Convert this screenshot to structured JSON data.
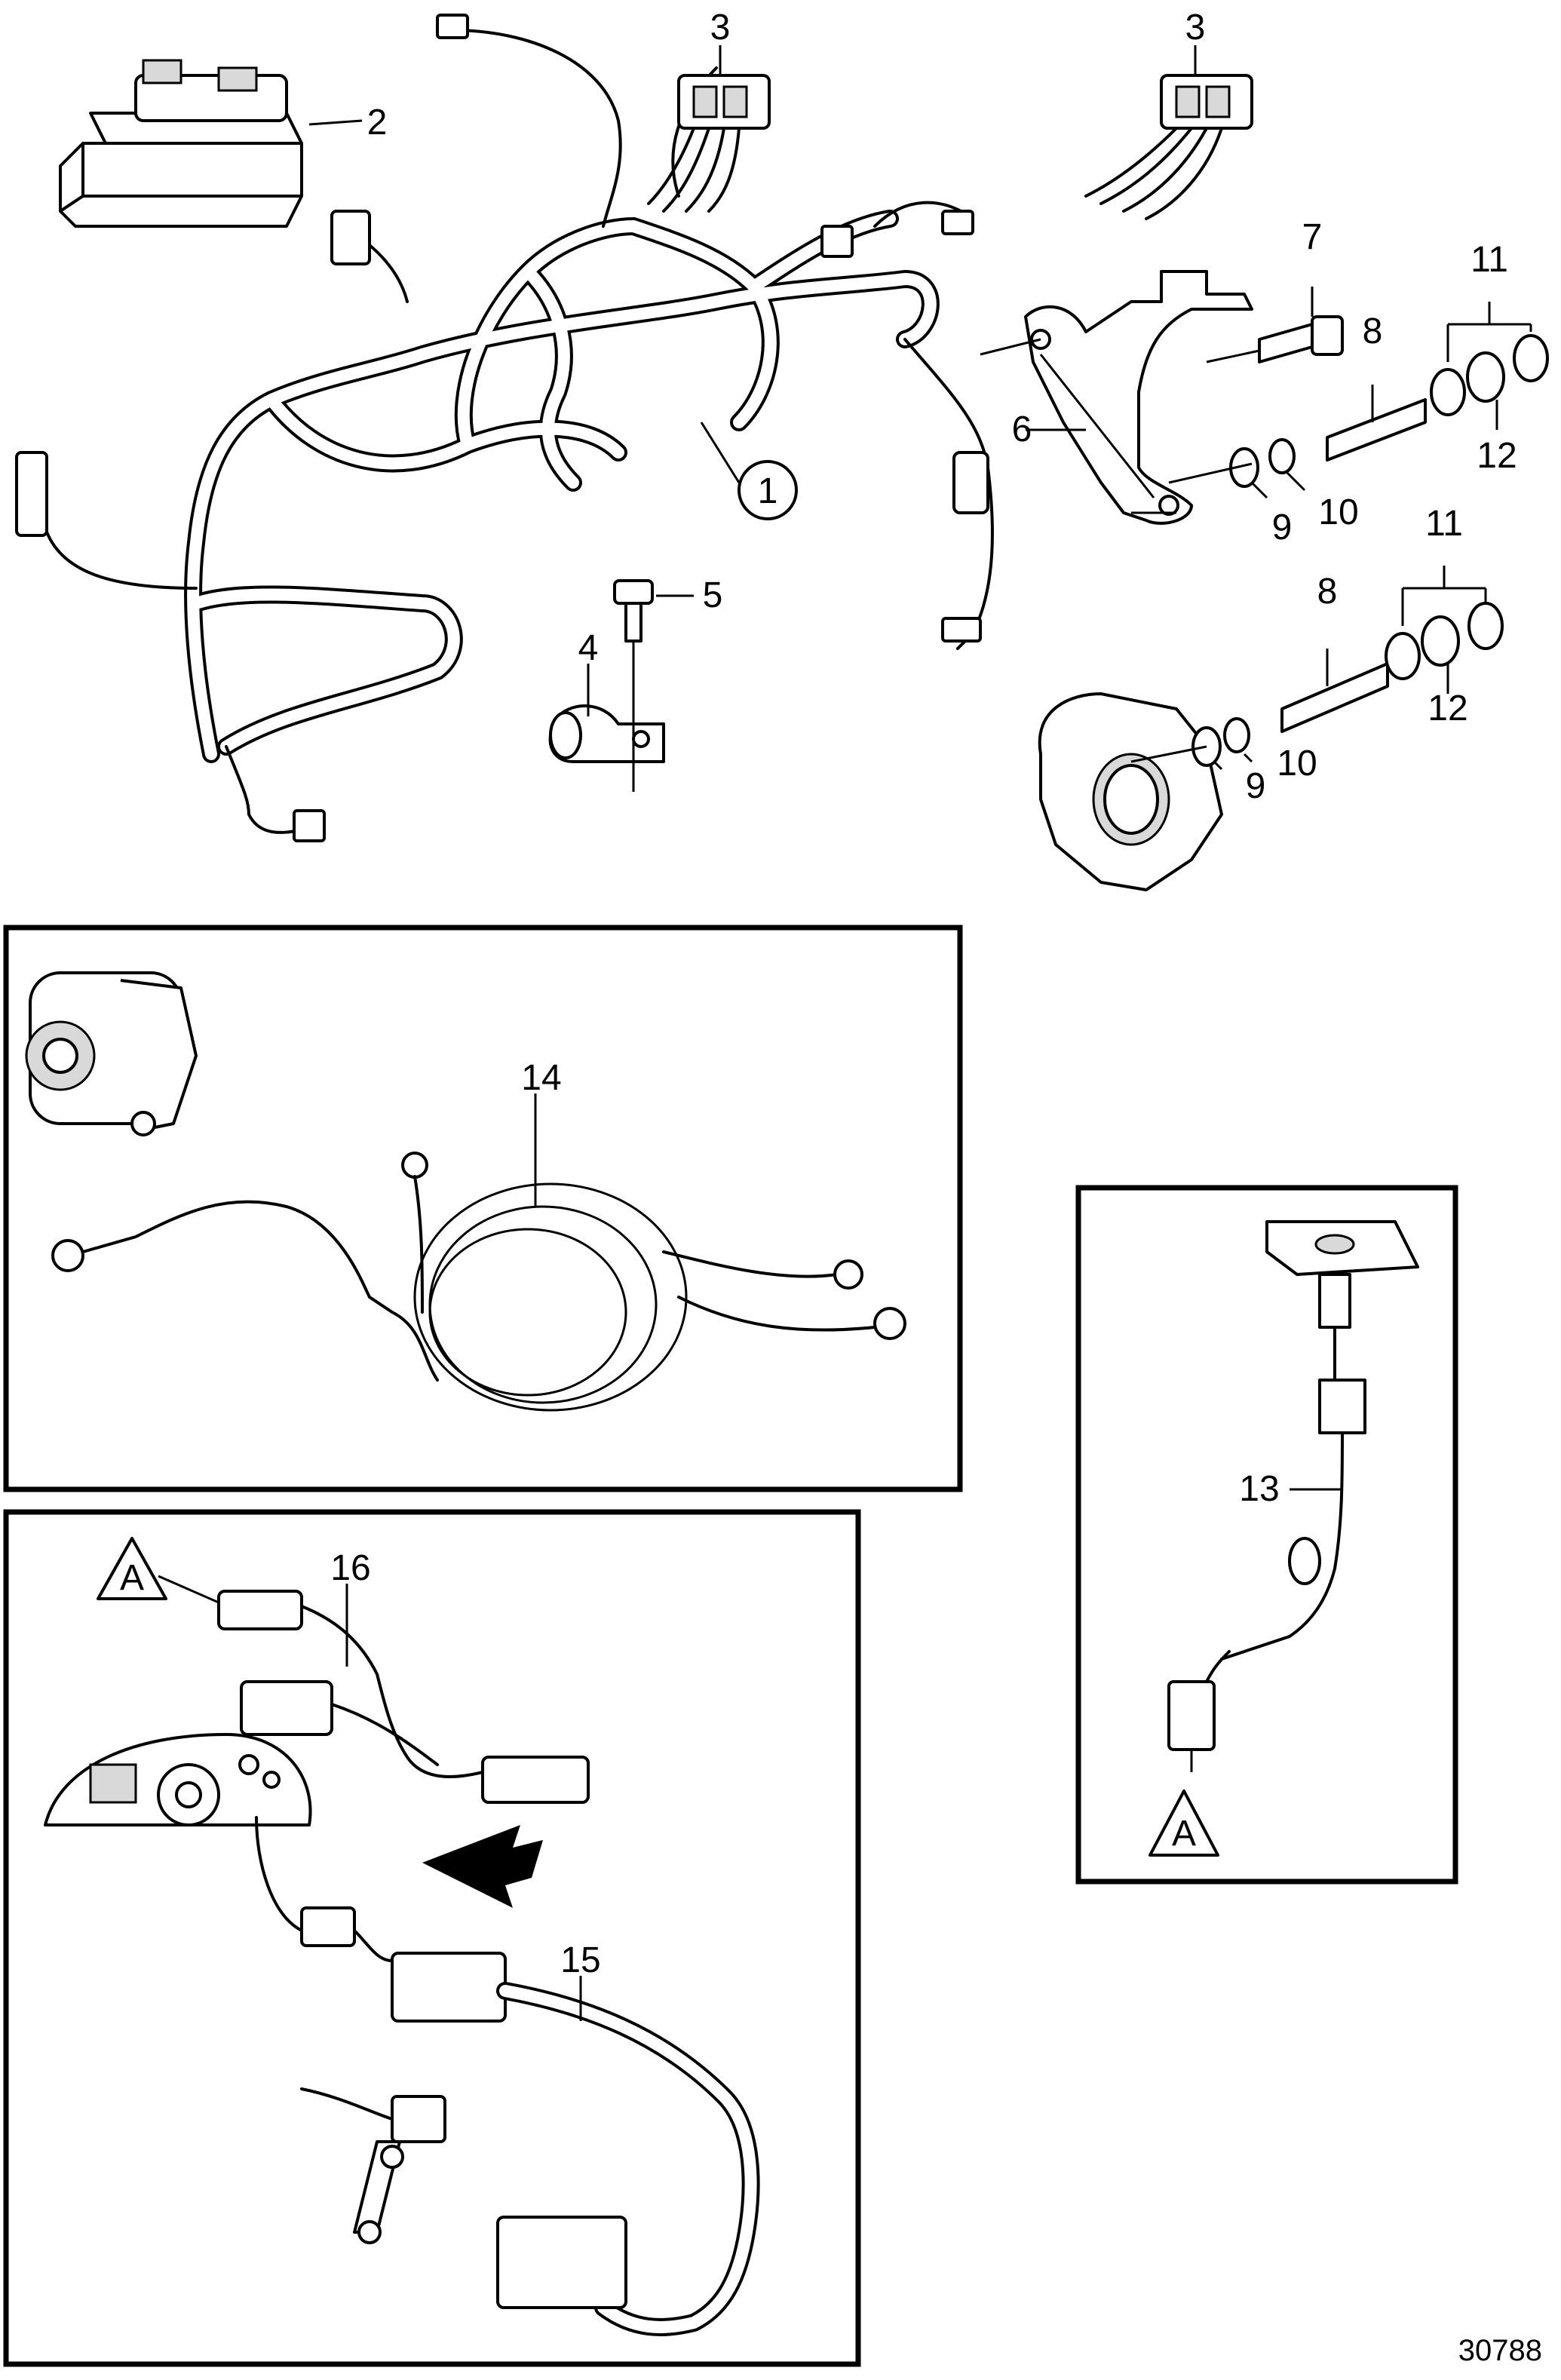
{
  "diagram": {
    "drawing_number": "30788",
    "callouts": {
      "c1": "1",
      "c2": "2",
      "c3a": "3",
      "c3b": "3",
      "c4": "4",
      "c5": "5",
      "c6": "6",
      "c7": "7",
      "c8a": "8",
      "c8b": "8",
      "c9a": "9",
      "c9b": "9",
      "c10a": "10",
      "c10b": "10",
      "c11a": "11",
      "c11b": "11",
      "c12a": "12",
      "c12b": "12",
      "c13": "13",
      "c14": "14",
      "c15": "15",
      "c16": "16"
    },
    "ref_markers": {
      "top": "A",
      "bottom": "A"
    }
  }
}
